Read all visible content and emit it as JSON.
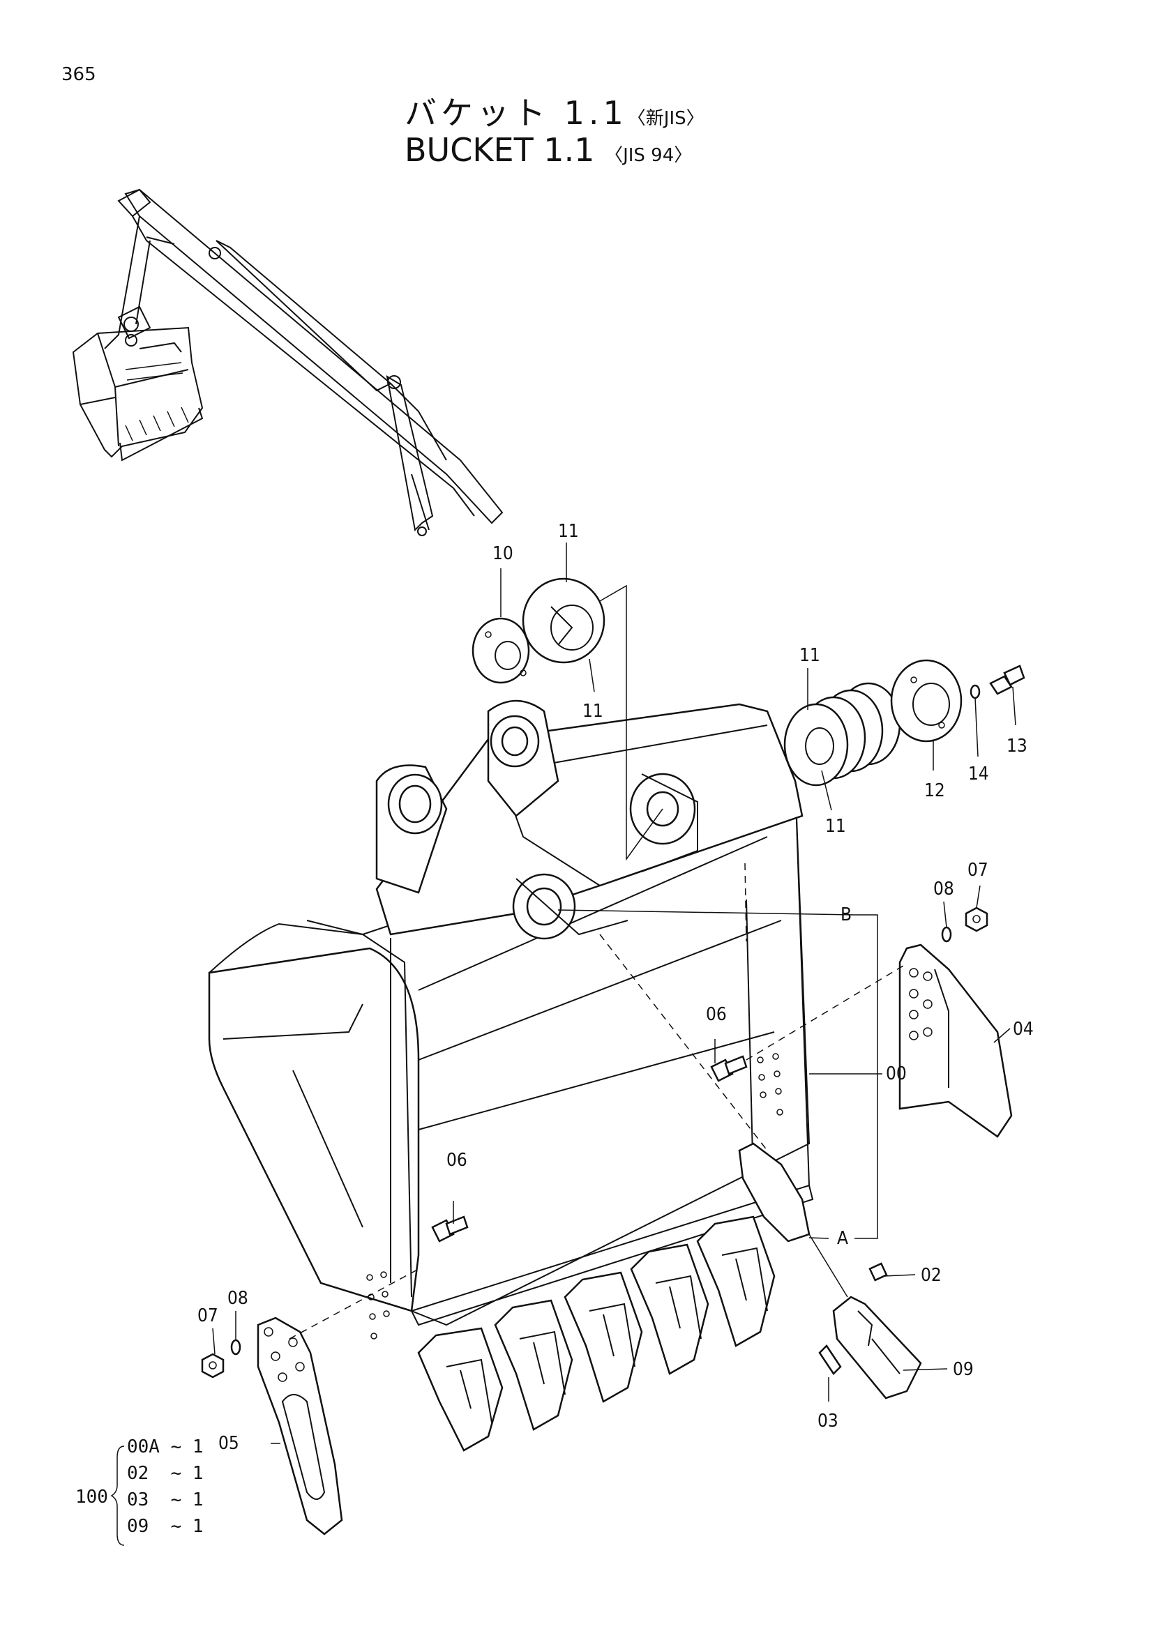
{
  "page_number": "365",
  "title_jp": "バケット 1.1",
  "title_jp_std": "〈新JIS〉",
  "title_en": "BUCKET 1.1",
  "title_en_std": "〈JIS 94〉",
  "callouts": {
    "c00": "00",
    "c02": "02",
    "c03": "03",
    "c04": "04",
    "c05": "05",
    "c06a": "06",
    "c06b": "06",
    "c07a": "07",
    "c07b": "07",
    "c08a": "08",
    "c08b": "08",
    "c09": "09",
    "c10": "10",
    "c11a": "11",
    "c11b": "11",
    "c11c": "11",
    "c11d": "11",
    "c12": "12",
    "c13": "13",
    "c14": "14",
    "cA": "A",
    "cB": "B"
  },
  "kit": {
    "number": "100",
    "rows": [
      "00A ~ 1",
      "02  ~ 1",
      "03  ~ 1",
      "09  ~ 1"
    ]
  }
}
